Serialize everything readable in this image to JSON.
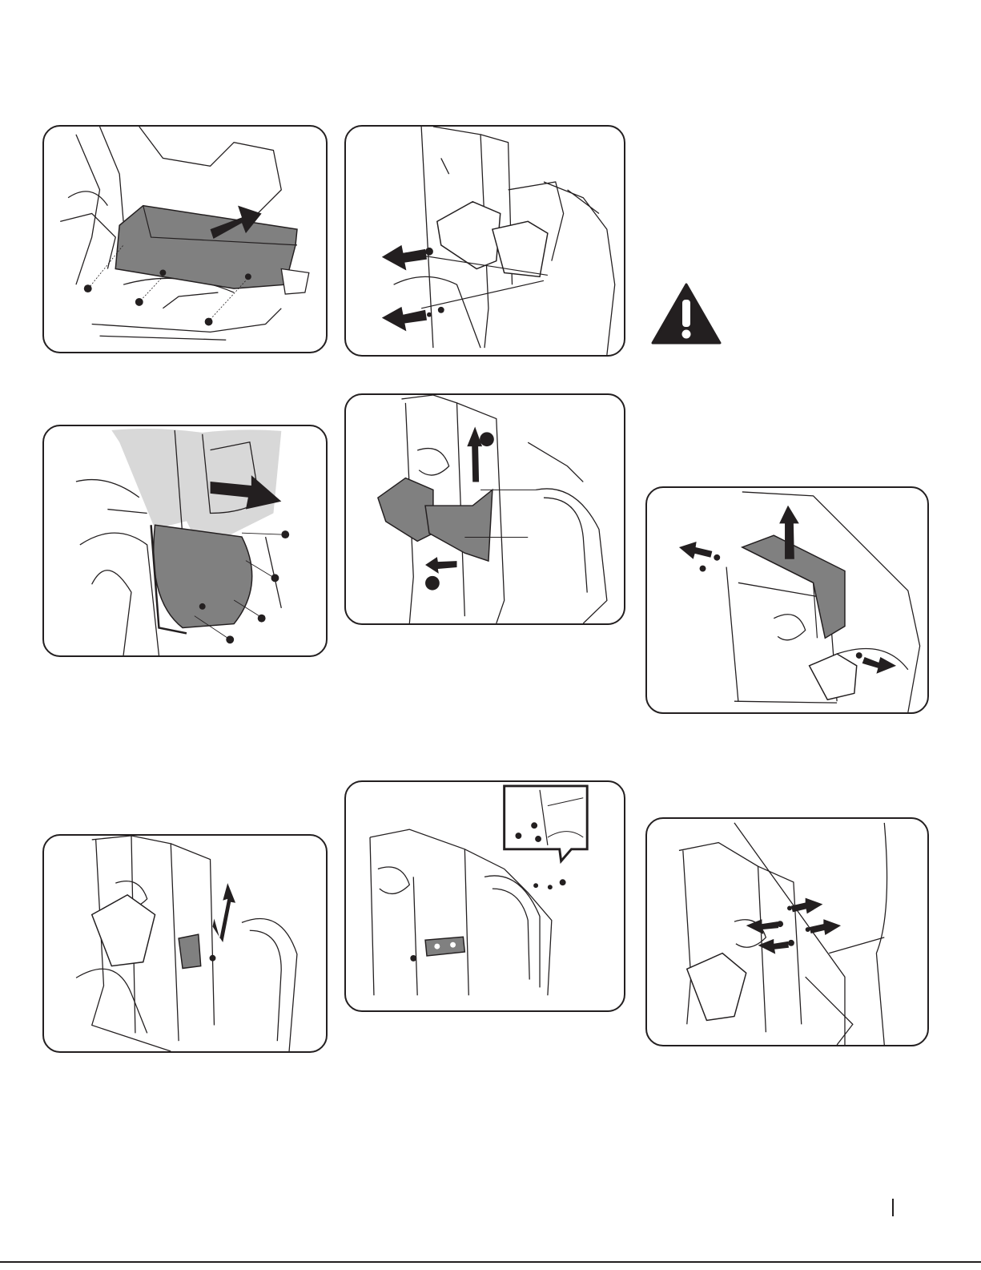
{
  "figures": [
    {
      "id": "fig-1",
      "description": ""
    },
    {
      "id": "fig-2",
      "description": ""
    },
    {
      "id": "fig-3",
      "description": ""
    },
    {
      "id": "fig-4",
      "description": ""
    },
    {
      "id": "fig-5",
      "description": ""
    },
    {
      "id": "fig-6",
      "description": ""
    },
    {
      "id": "fig-7",
      "description": ""
    },
    {
      "id": "fig-8",
      "description": ""
    }
  ],
  "icons": {
    "warning": "warning-triangle-icon"
  },
  "colors": {
    "line": "#231f20",
    "shade": "#808080",
    "light": "#d8d8d8"
  }
}
